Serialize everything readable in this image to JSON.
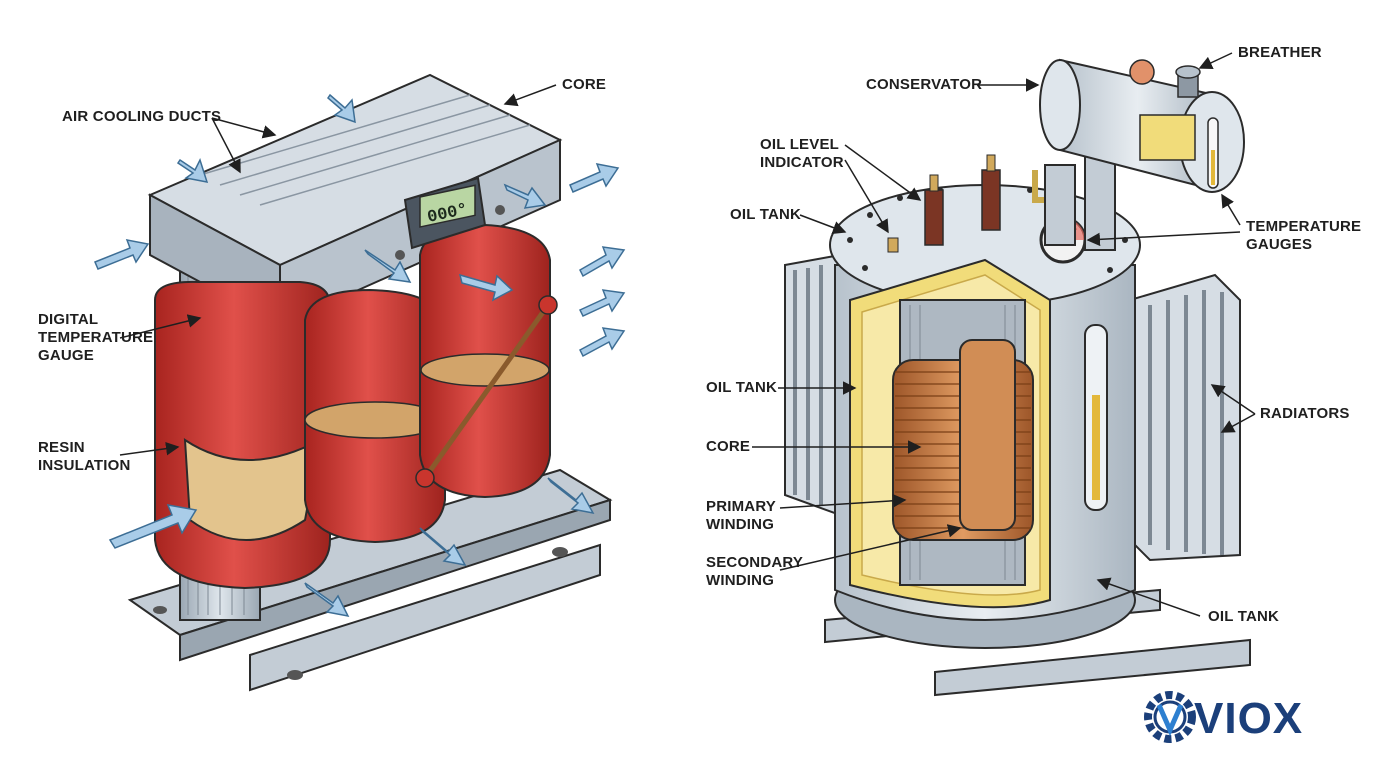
{
  "left_diagram": {
    "labels": {
      "air_cooling_ducts": "AIR COOLING DUCTS",
      "core": "CORE",
      "digital_temperature_gauge": "DIGITAL\nTEMPERATURE\nGAUGE",
      "resin_insulation": "RESIN\nINSULATION"
    },
    "gauge_reading": "000°"
  },
  "right_diagram": {
    "labels": {
      "conservator": "CONSERVATOR",
      "breather": "BREATHER",
      "oil_level_indicator": "OIL LEVEL\nINDICATOR",
      "oil_tank_top": "OIL TANK",
      "temperature_gauges": "TEMPERATURE\nGAUGES",
      "oil_tank_left": "OIL TANK",
      "radiators": "RADIATORS",
      "core": "CORE",
      "primary_winding": "PRIMARY\nWINDING",
      "secondary_winding": "SECONDARY\nWINDING",
      "oil_tank_bottom": "OIL TANK"
    }
  },
  "logo": {
    "text": "VIOX"
  },
  "colors": {
    "resin_red": "#c9352d",
    "steel": "#c9d3dc",
    "copper": "#c67a43",
    "oil_yellow": "#f1dc7a",
    "arrow_blue": "#a9cce8",
    "logo_blue": "#1b3f7a"
  }
}
